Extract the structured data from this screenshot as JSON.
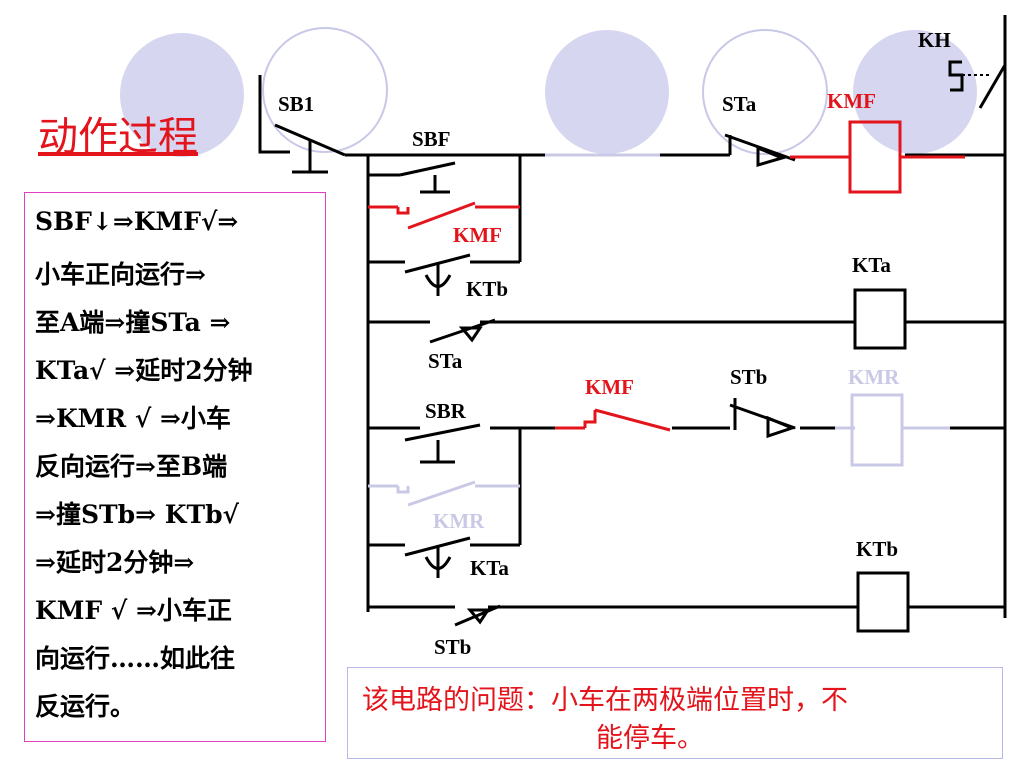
{
  "title": "动作过程",
  "sequence": [
    "SBF↓⇒KMF√⇒",
    "小车正向运行⇒",
    "至A端⇒撞STa ⇒",
    "KTa√ ⇒延时2分钟",
    "⇒KMR √ ⇒小车",
    "反向运行⇒至B端",
    "⇒撞STb⇒ KTb√",
    "⇒延时2分钟⇒",
    "KMF √ ⇒小车正",
    "向运行……如此往",
    "反运行。"
  ],
  "note": {
    "line1": "该电路的问题：小车在两极端位置时，不",
    "line2": "能停车。"
  },
  "labels": {
    "kh": "KH",
    "sb1": "SB1",
    "sbf": "SBF",
    "sta_top": "STa",
    "kmf_coil": "KMF",
    "kmf_hold": "KMF",
    "ktb_contact1": "KTb",
    "kta_coil": "KTa",
    "sta_row2": "STa",
    "sbr": "SBR",
    "kmf_interlock": "KMF",
    "stb_top": "STb",
    "kmr_coil": "KMR",
    "kmr_hold": "KMR",
    "kta_contact": "KTa",
    "ktb_coil": "KTb",
    "stb_row4": "STb"
  },
  "colors": {
    "active": "#e3141b",
    "wire": "#000000",
    "inactive": "#c9c9e6",
    "deco_circle": "#d6d6f0"
  }
}
